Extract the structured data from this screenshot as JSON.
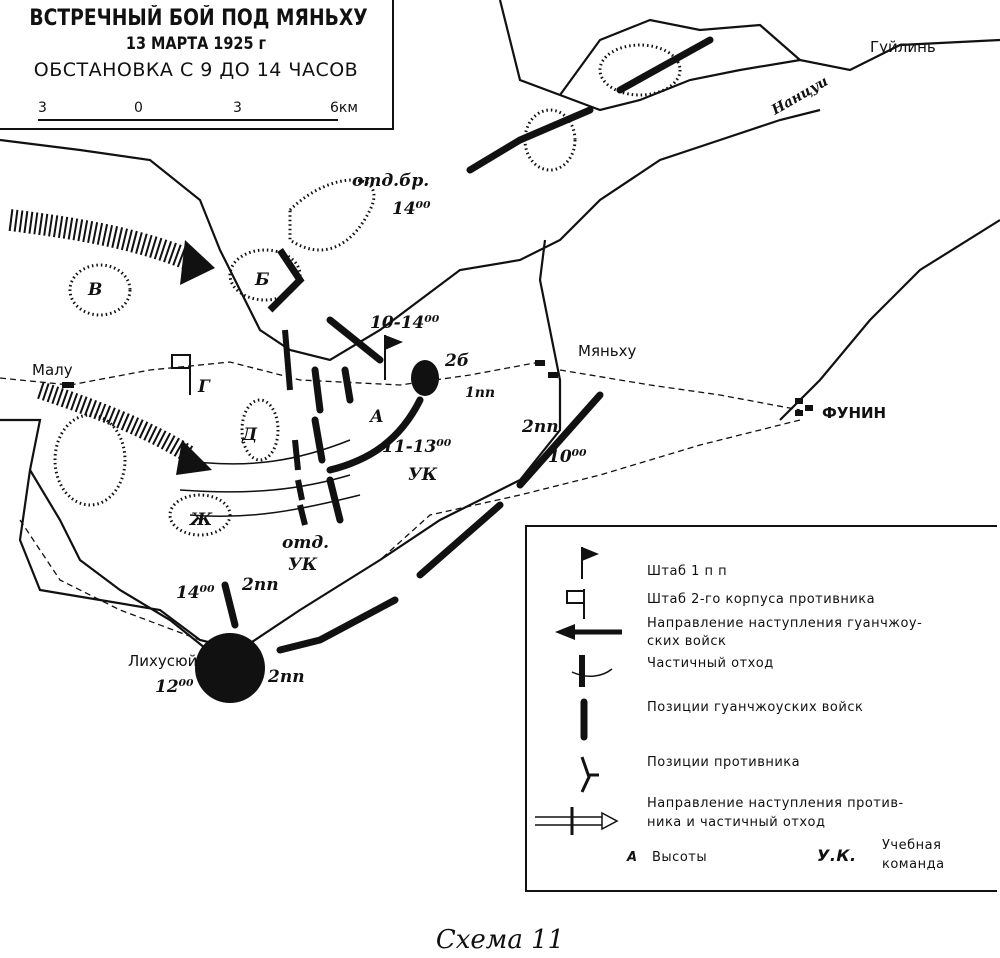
{
  "title": {
    "line1": "ВСТРЕЧНЫЙ БОЙ ПОД МЯНЬХУ",
    "line2": "13 МАРТА 1925 г",
    "line3": "ОБСТАНОВКА С 9 ДО 14 ЧАСОВ",
    "scale_ticks": [
      "3",
      "0",
      "3",
      "6км"
    ]
  },
  "map_labels": {
    "guilin": "Гуйлинь",
    "nanzui": "Нанцуи",
    "otd_br": "отд.бр.",
    "time_14_a": "14⁰⁰",
    "hill_b": "Б",
    "hill_v": "В",
    "hill_g": "Г",
    "hill_d": "Д",
    "hill_zh": "Ж",
    "hill_a": "А",
    "malu": "Малу",
    "myanhu": "Мяньху",
    "funin": "ФУНИН",
    "time_10_14": "10-14⁰⁰",
    "unit_2b": "2б",
    "unit_1pp": "1пп",
    "time_11_13": "11-13⁰⁰",
    "uk": "УК",
    "otd": "отд.",
    "otd_uk": "УК",
    "unit_2pp_a": "2пп",
    "time_10": "10⁰⁰",
    "time_14_b": "14⁰⁰",
    "unit_2pp_b": "2пп",
    "lihusyui": "Лихусюй",
    "time_12": "12⁰⁰",
    "unit_2pp_c": "2пп"
  },
  "legend": {
    "items": [
      "Штаб 1 п п",
      "Штаб 2-го корпуса противника",
      "Направление наступления гуанчжоу-",
      "ских войск",
      "Частичный отход",
      "Позиции гуанчжоуских войск",
      "Позиции противника",
      "Направление наступления против-",
      "ника и частичный отход"
    ],
    "hill_symbol": "А",
    "hill_label": "Высоты",
    "uk_symbol": "У.К.",
    "uk_label_1": "Учебная",
    "uk_label_2": "команда"
  },
  "caption": "Схема 11"
}
